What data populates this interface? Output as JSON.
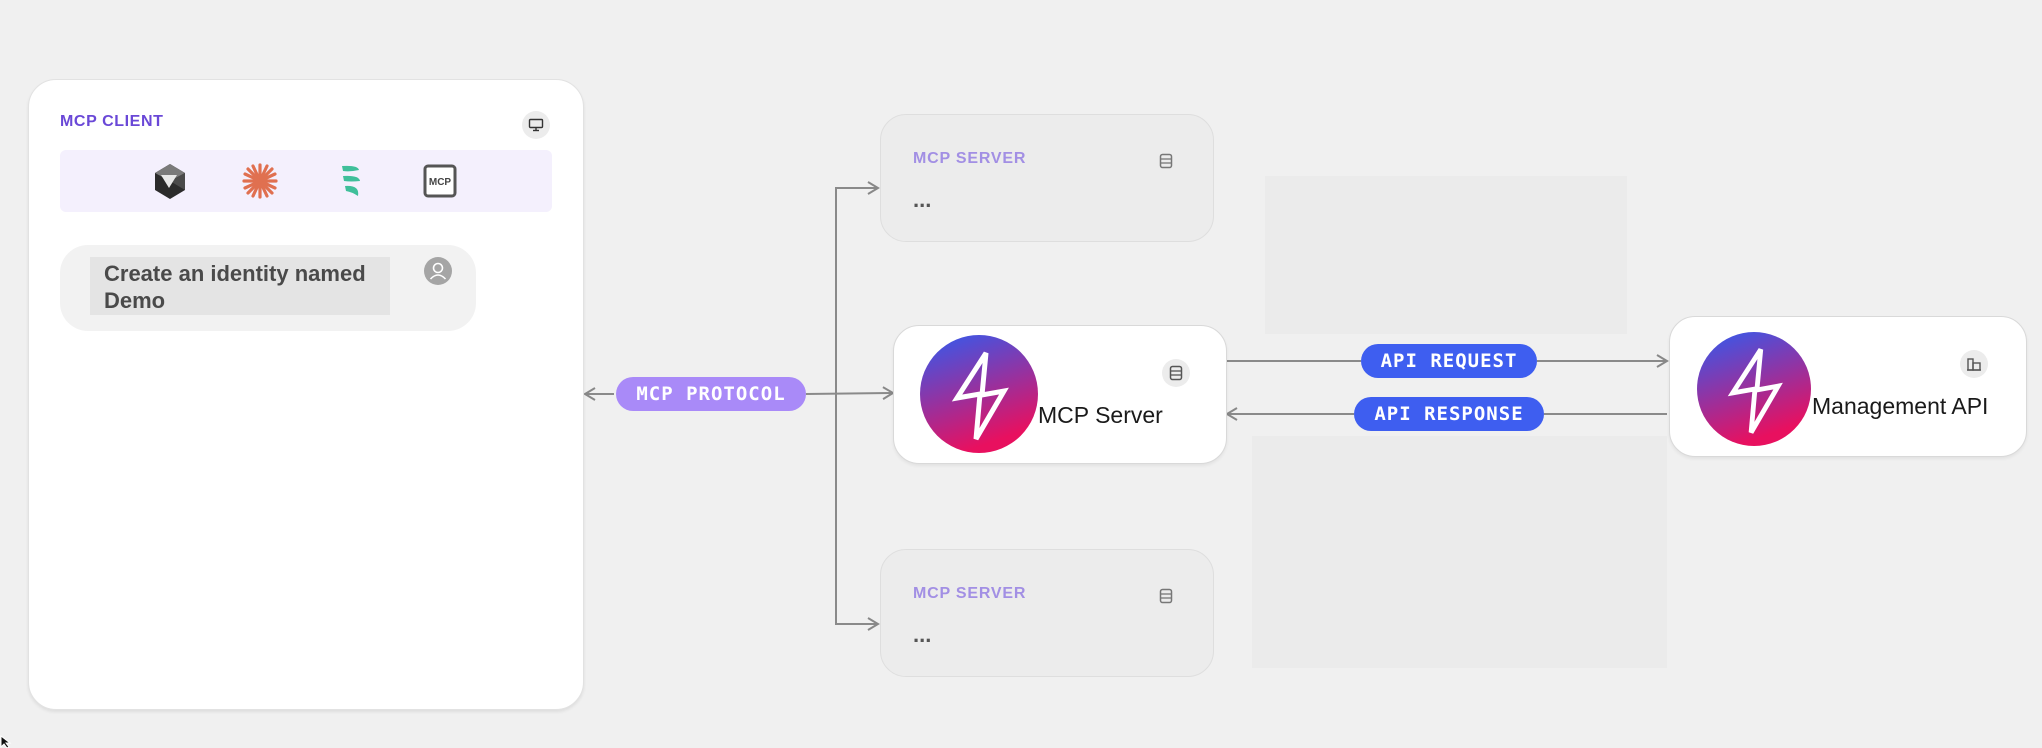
{
  "client": {
    "caption": "MCP CLIENT",
    "tray_icons": [
      "cursor-icon",
      "claude-icon",
      "windsurf-icon",
      "mcp-icon"
    ],
    "tray_mcp_label": "MCP",
    "prompt": "Create an identity named Demo"
  },
  "protocol": {
    "label": "MCP PROTOCOL"
  },
  "servers": {
    "top": {
      "caption": "MCP SERVER",
      "body": "..."
    },
    "main": {
      "label": "MCP Server"
    },
    "bottom": {
      "caption": "MCP SERVER",
      "body": "..."
    }
  },
  "api": {
    "request": "API REQUEST",
    "response": "API RESPONSE",
    "target": "Management API"
  },
  "colors": {
    "accent_purple": "#6a48d7",
    "pill_purple": "#a98af8",
    "pill_blue": "#3e5ef0",
    "logo_gradient_top": "#2f5cf0",
    "logo_gradient_bottom": "#e8105f"
  }
}
